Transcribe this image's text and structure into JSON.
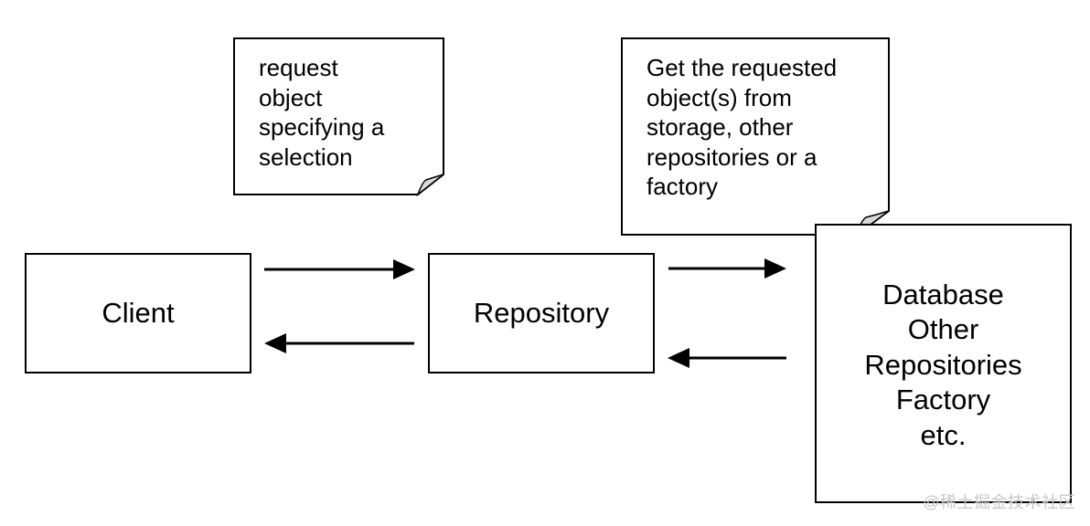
{
  "diagram": {
    "client_label": "Client",
    "repository_label": "Repository",
    "datastores": {
      "lines": [
        "Database",
        "Other",
        "Repositories",
        "Factory",
        "etc."
      ]
    },
    "notes": {
      "request": {
        "lines": [
          "request",
          "object",
          "specifying a",
          "selection"
        ]
      },
      "retrieve": {
        "lines": [
          "Get the requested",
          "object(s) from",
          "storage, other",
          "repositories or a",
          "factory"
        ]
      }
    },
    "arrows": [
      {
        "from": "Client",
        "to": "Repository"
      },
      {
        "from": "Repository",
        "to": "Client"
      },
      {
        "from": "Repository",
        "to": "Database"
      },
      {
        "from": "Database",
        "to": "Repository"
      }
    ]
  },
  "watermark": "@稀土掘金技术社区",
  "colors": {
    "line": "#000000",
    "background": "#ffffff",
    "note_fold": "#d9d9d9",
    "watermark": "#c8c8c8"
  }
}
